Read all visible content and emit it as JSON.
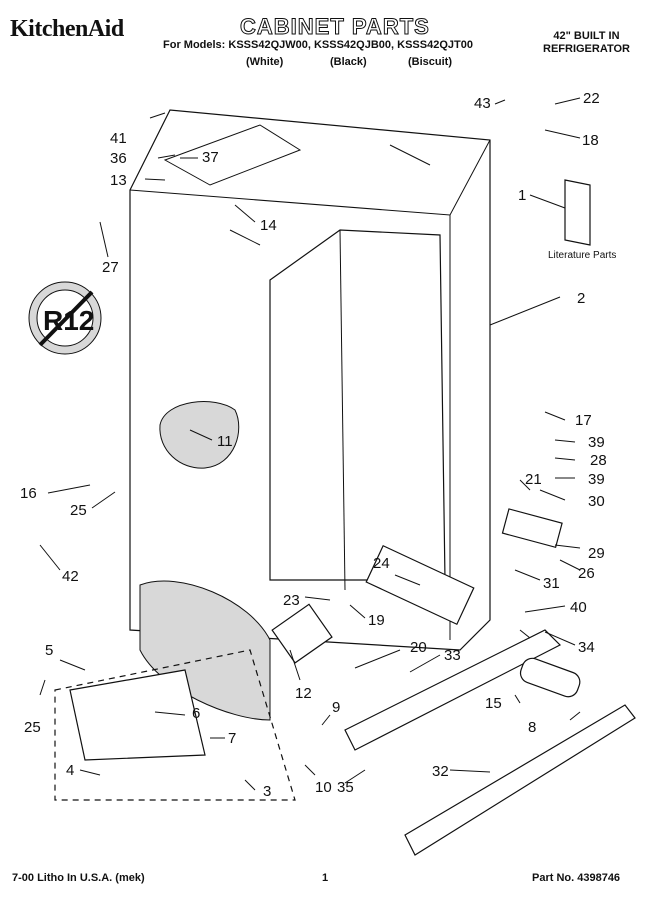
{
  "header": {
    "brand": "KitchenAid",
    "title": "CABINET PARTS",
    "models": "For Models: KSSS42QJW00, KSSS42QJB00, KSSS42QJT00",
    "colors": [
      "(White)",
      "(Black)",
      "(Biscuit)"
    ],
    "product_line1": "42\" BUILT IN",
    "product_line2": "REFRIGERATOR"
  },
  "literature_label": "Literature Parts",
  "footer": {
    "left": "7-00 Litho In U.S.A. (mek)",
    "page": "1",
    "part_no": "Part No. 4398746"
  },
  "callouts": [
    "1",
    "2",
    "3",
    "4",
    "5",
    "6",
    "7",
    "8",
    "9",
    "10",
    "11",
    "12",
    "13",
    "14",
    "15",
    "16",
    "17",
    "18",
    "19",
    "20",
    "21",
    "22",
    "23",
    "24",
    "25",
    "25",
    "26",
    "27",
    "28",
    "29",
    "30",
    "31",
    "32",
    "33",
    "34",
    "35",
    "36",
    "37",
    "39",
    "39",
    "40",
    "41",
    "42",
    "43"
  ]
}
